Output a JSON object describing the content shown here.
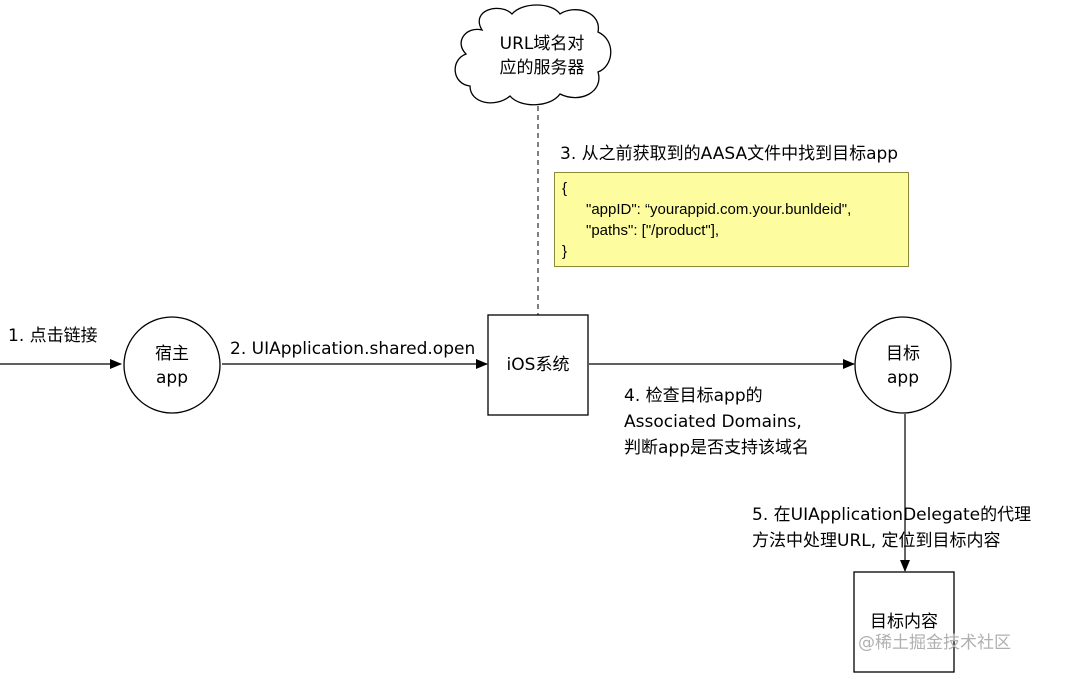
{
  "cloud": {
    "line1": "URL域名对",
    "line2": "应的服务器"
  },
  "step3": "3. 从之前获取到的AASA文件中找到目标app",
  "json_note": {
    "open": "{",
    "app_id": "\"appID\": “yourappid.com.your.bunldeid\",",
    "paths": "\"paths\": [\"/product\"],",
    "close": "}"
  },
  "step1": "1. 点击链接",
  "host_app": {
    "line1": "宿主",
    "line2": "app"
  },
  "step2": "2. UIApplication.shared.open",
  "ios_system": "iOS系统",
  "target_app": {
    "line1": "目标",
    "line2": "app"
  },
  "step4": {
    "line1": "4. 检查目标app的",
    "line2": "Associated Domains,",
    "line3": "判断app是否支持该域名"
  },
  "step5": {
    "line1": "5. 在UIApplicationDelegate的代理",
    "line2": "方法中处理URL, 定位到目标内容"
  },
  "target_content": "目标内容",
  "watermark": "@稀土掘金技术社区"
}
